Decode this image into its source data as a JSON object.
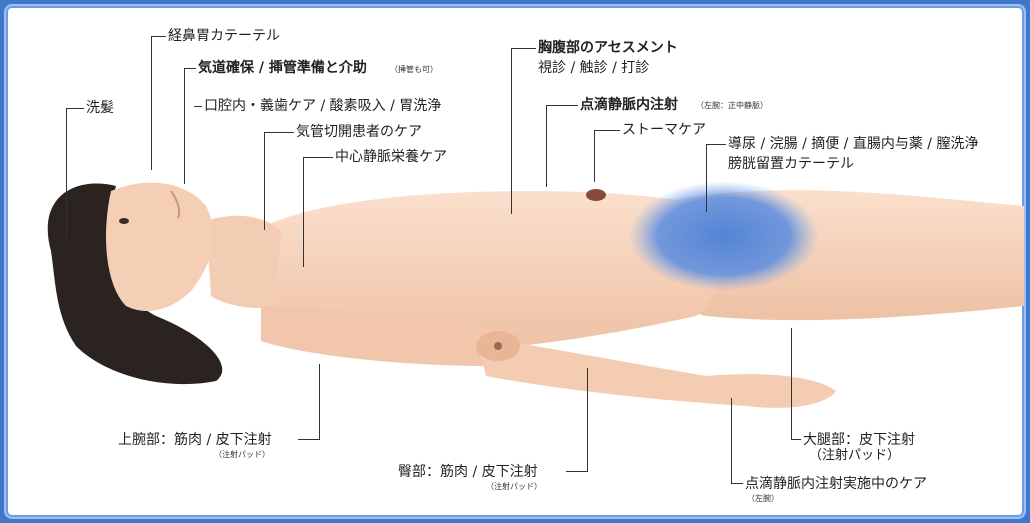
{
  "labels": {
    "hair_wash": "洗髪",
    "ng_tube": "経鼻胃カテーテル",
    "airway": "気道確保 / 挿管準備と介助",
    "airway_note": "（挿管も可）",
    "oral_care": "口腔内・義歯ケア / 酸素吸入 / 胃洗浄",
    "trach_care": "気管切開患者のケア",
    "central_iv": "中心静脈栄養ケア",
    "chest_abd": "胸腹部のアセスメント",
    "chest_abd_sub": "視診 / 触診 / 打診",
    "iv_drip": "点滴静脈内注射",
    "iv_drip_note": "（左腕：正中静脈）",
    "stoma": "ストーマケア",
    "urology": "導尿 / 浣腸 / 摘便 / 直腸内与薬 / 膣洗浄",
    "catheter": "膀胱留置カテーテル",
    "upper_arm": "上腕部：筋肉 / 皮下注射",
    "upper_arm_note": "（注射パッド）",
    "buttock": "臀部：筋肉 / 皮下注射",
    "buttock_note": "（注射パッド）",
    "thigh": "大腿部：皮下注射",
    "thigh_note": "（注射パッド）",
    "iv_care": "点滴静脈内注射実施中のケア",
    "iv_care_note": "（左腕）"
  },
  "colors": {
    "frame_blue": "#3f78c9",
    "skin": "#f6d4bd",
    "hair": "#2a2320",
    "highlight_blue": "#4a7fd6"
  },
  "icons": {
    "mannequin": "nursing-mannequin-illustration"
  }
}
